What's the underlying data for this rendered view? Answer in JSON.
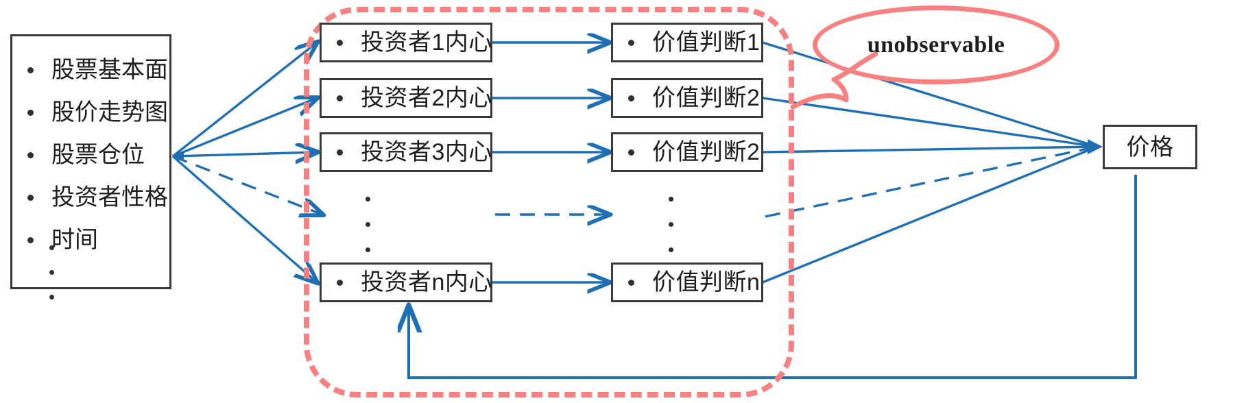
{
  "diagram": {
    "title": "stock price formation diagram",
    "colors": {
      "box_border": "#3a3a3a",
      "arrow_blue": "#1f6fb5",
      "region_red": "#f98080",
      "text": "#1d1d1d",
      "background": "#ffffff"
    }
  },
  "inputs_panel": {
    "name": "observable-inputs",
    "items": [
      {
        "label": "股票基本面"
      },
      {
        "label": "股价走势图"
      },
      {
        "label": "股票仓位"
      },
      {
        "label": "投资者性格"
      },
      {
        "label": "时间"
      }
    ],
    "continuation": "⋮"
  },
  "investors": {
    "name": "investor-mind-column",
    "items": [
      {
        "label": "投资者1内心"
      },
      {
        "label": "投资者2内心"
      },
      {
        "label": "投资者3内心"
      },
      {
        "label": "投资者n内心"
      }
    ],
    "continuation": "⋮"
  },
  "judgments": {
    "name": "value-judgment-column",
    "items": [
      {
        "label": "价值判断1"
      },
      {
        "label": "价值判断2"
      },
      {
        "label": "价值判断2"
      },
      {
        "label": "价值判断n"
      }
    ],
    "continuation": "⋮"
  },
  "price": {
    "name": "price-node",
    "label": "价格"
  },
  "callout": {
    "name": "unobservable-callout",
    "label": "unobservable"
  }
}
